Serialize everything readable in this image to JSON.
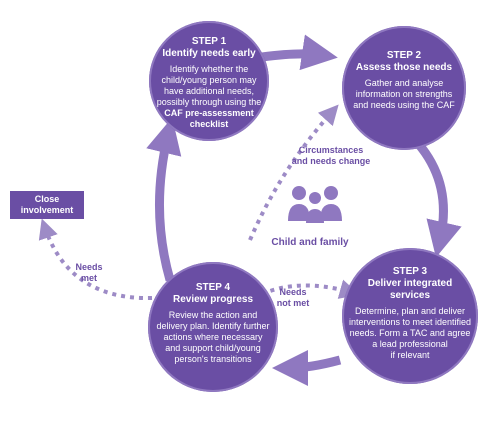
{
  "colors": {
    "primary": "#6a4ea4",
    "arrow": "#8f78c0",
    "dotted": "#9d8bc6"
  },
  "steps": [
    {
      "title": "STEP 1\nIdentify needs early",
      "body_lines": [
        "Identify whether the",
        "child/young person may",
        "have additional needs,",
        "possibly through using the"
      ],
      "body_bold_lines": [
        "CAF pre-assessment",
        "checklist"
      ]
    },
    {
      "title": "STEP 2\nAssess those needs",
      "body_lines": [
        "Gather and analyse",
        "information on strengths",
        "and needs using the CAF"
      ],
      "body_bold_lines": []
    },
    {
      "title": "STEP 3\nDeliver integrated\nservices",
      "body_lines": [
        "Determine, plan and deliver",
        "interventions to meet identified",
        "needs. Form a TAC and agree",
        "a lead professional",
        "if relevant"
      ],
      "body_bold_lines": []
    },
    {
      "title": "STEP 4\nReview progress",
      "body_lines": [
        "Review the action and",
        "delivery plan. Identify further",
        "actions where necessary",
        "and support child/young",
        "person's transitions"
      ],
      "body_bold_lines": []
    }
  ],
  "close_box": "Close\ninvolvement",
  "center_label": "Child and family",
  "center_icon": "family-icon",
  "labels": {
    "circumstances": "Circumstances\nand needs change",
    "needs_met": "Needs\nmet",
    "needs_not_met": "Needs\nnot met"
  }
}
